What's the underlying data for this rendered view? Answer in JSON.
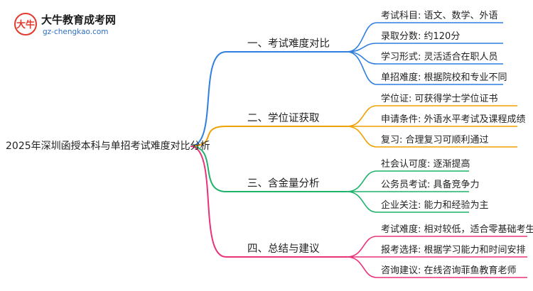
{
  "logo": {
    "title": "大牛教育成考网",
    "url": "gz-chengkao.com",
    "mark_text": "大牛",
    "accent": "#e23b2e"
  },
  "root": {
    "label": "2025年深圳函授本科与单招考试难度对比分析"
  },
  "branches": [
    {
      "label": "一、考试难度对比",
      "color": "#2f7fe0",
      "children": [
        "考试科目: 语文、数学、外语",
        "录取分数: 约120分",
        "学习形式: 灵活适合在职人员",
        "单招难度: 根据院校和专业不同"
      ]
    },
    {
      "label": "二、学位证获取",
      "color": "#f0a000",
      "children": [
        "学位证: 可获得学士学位证书",
        "申请条件: 外语水平考试及课程成绩",
        "复习: 合理复习可顺利通过"
      ]
    },
    {
      "label": "三、含金量分析",
      "color": "#1fb36a",
      "children": [
        "社会认可度: 逐渐提高",
        "公务员考试: 具备竞争力",
        "企业关注: 能力和经验为主"
      ]
    },
    {
      "label": "四、总结与建议",
      "color": "#e8337a",
      "children": [
        "考试难度: 相对较低，适合零基础考生",
        "报考选择: 根据学习能力和时间安排",
        "咨询建议: 在线咨询菲鱼教育老师"
      ]
    }
  ]
}
